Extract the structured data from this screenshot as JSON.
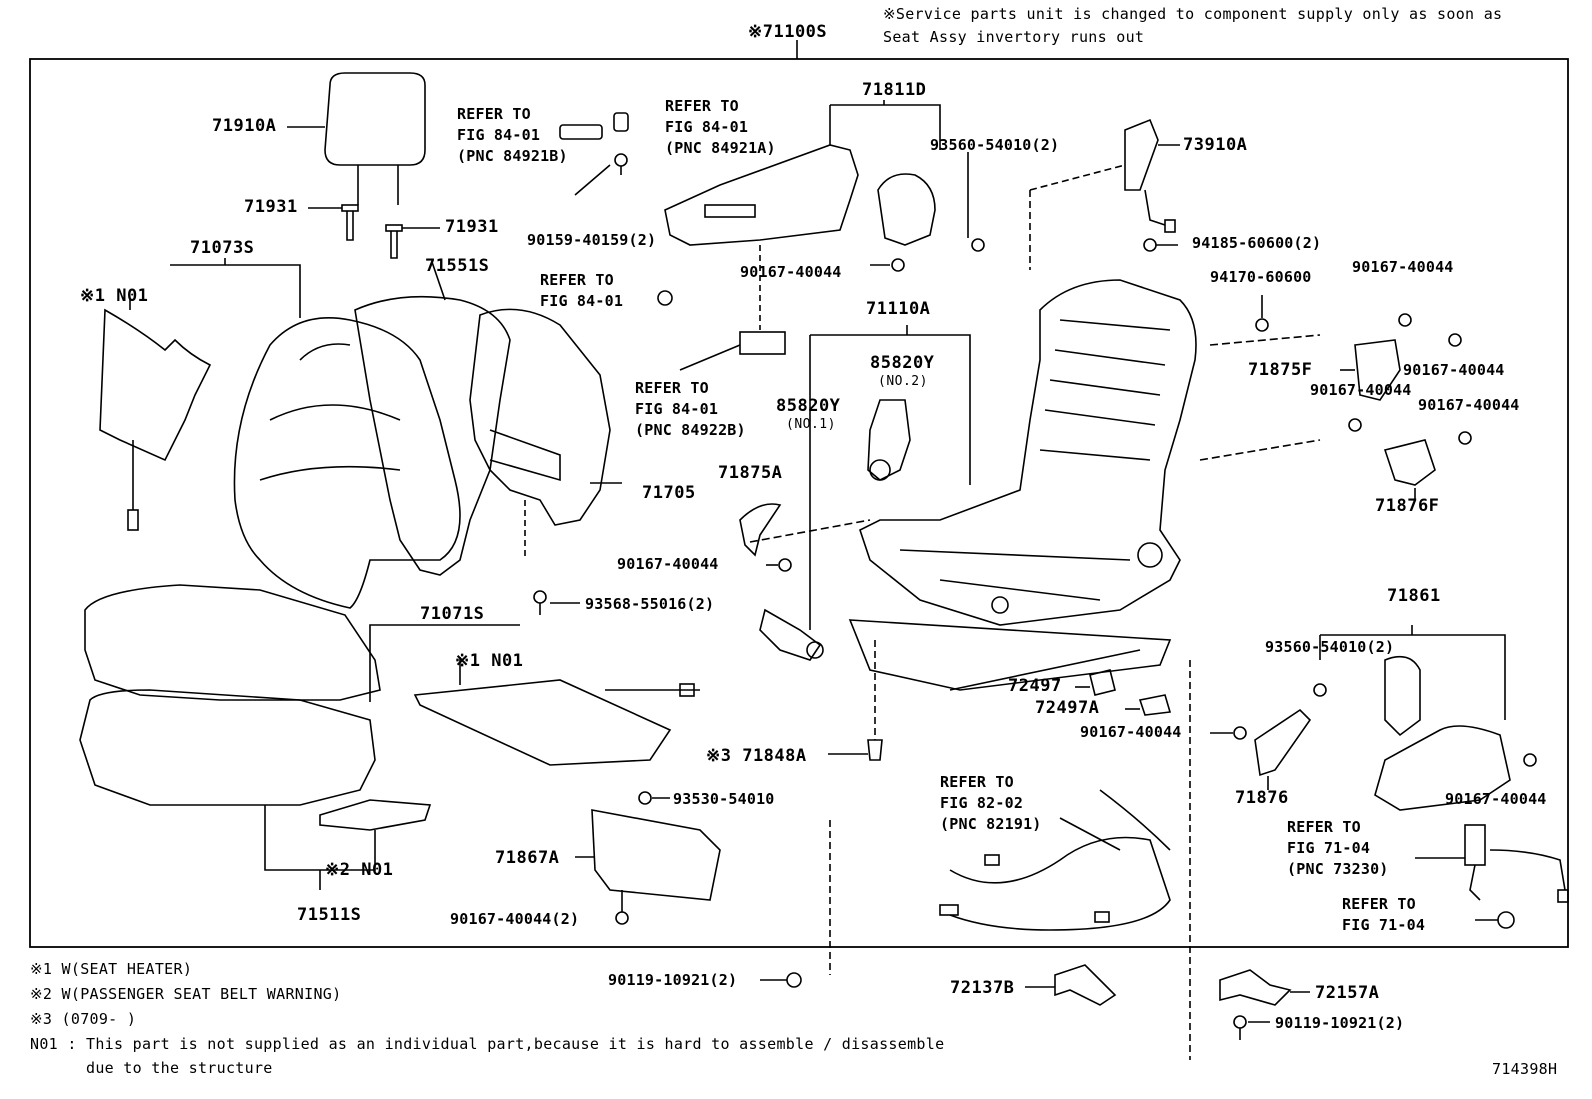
{
  "header": {
    "assembly_no": "※71100S",
    "notice_line1": "※Service parts unit is changed to component supply only as soon as",
    "notice_line2": "Seat Assy invertory runs out"
  },
  "parts": {
    "p71910A": "71910A",
    "p71931_left": "71931",
    "p71931_right": "71931",
    "p71073S": "71073S",
    "n01_back": "※1 N01",
    "p71551S": "71551S",
    "p71705": "71705",
    "p71071S": "71071S",
    "n01_cushion": "※1 N01",
    "n01_belt": "※2 N01",
    "p71511S": "71511S",
    "p90159": "90159-40159(2)",
    "p71811D": "71811D",
    "p93560_top": "93560-54010(2)",
    "p90167_top": "90167-40044",
    "p73910A": "73910A",
    "p94185": "94185-60600(2)",
    "p94170": "94170-60600",
    "p90167_r1": "90167-40044",
    "p71875F": "71875F",
    "p90167_r2": "90167-40044",
    "p90167_r3": "90167-40044",
    "p90167_r4": "90167-40044",
    "p71876F": "71876F",
    "p71110A": "71110A",
    "p85820Y_2": "85820Y",
    "p85820Y_2_note": "(NO.2)",
    "p85820Y_1": "85820Y",
    "p85820Y_1_note": "(NO.1)",
    "p71875A": "71875A",
    "p90167_mid": "90167-40044",
    "p93568": "93568-55016(2)",
    "p71861": "71861",
    "p93560_right": "93560-54010(2)",
    "p72497": "72497",
    "p72497A": "72497A",
    "p90167_lower": "90167-40044",
    "p71876": "71876",
    "p90167_far": "90167-40044",
    "p71848A": "※3 71848A",
    "p93530": "93530-54010",
    "p71867A": "71867A",
    "p90167_bottom": "90167-40044(2)",
    "p90119_a": "90119-10921(2)",
    "p72137B": "72137B",
    "p72157A": "72157A",
    "p90119_b": "90119-10921(2)"
  },
  "refers": {
    "r1": "REFER TO\nFIG 84-01\n(PNC 84921B)",
    "r2": "REFER TO\nFIG 84-01\n(PNC 84921A)",
    "r3": "REFER TO\nFIG 84-01",
    "r4": "REFER TO\nFIG 84-01\n(PNC 84922B)",
    "r5": "REFER TO\nFIG 82-02\n(PNC 82191)",
    "r6": "REFER TO\nFIG 71-04\n(PNC 73230)",
    "r7": "REFER TO\nFIG 71-04"
  },
  "footnotes": {
    "n1": "※1 W(SEAT HEATER)",
    "n2": "※2 W(PASSENGER SEAT BELT WARNING)",
    "n3": "※3 (0709-     )",
    "n4_line1": "N01 : This part is not supplied as an individual part,because it is hard to assemble / disassemble",
    "n4_line2": "      due to the structure"
  },
  "figure_id": "714398H"
}
